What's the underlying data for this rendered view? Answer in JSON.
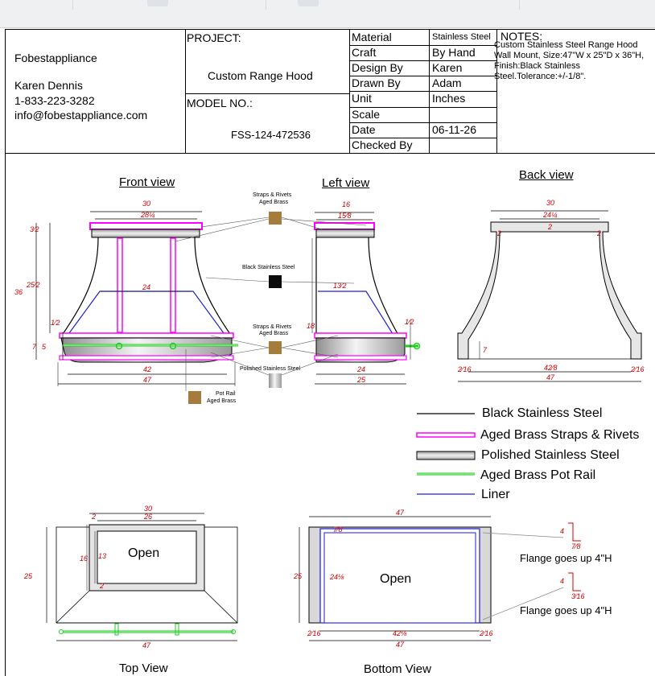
{
  "company": {
    "name": "Fobestappliance",
    "contact_name": "Karen Dennis",
    "phone": "1-833-223-3282",
    "email": "info@fobestappliance.com"
  },
  "project": {
    "label": "PROJECT:",
    "name": "Custom Range Hood",
    "model_label": "MODEL NO.:",
    "model": "FSS-124-472536"
  },
  "specs": [
    {
      "label": "Material",
      "value": "Stainless Steel"
    },
    {
      "label": "Craft",
      "value": "By Hand"
    },
    {
      "label": "Design By",
      "value": "Karen"
    },
    {
      "label": "Drawn By",
      "value": "Adam"
    },
    {
      "label": "Unit",
      "value": "Inches"
    },
    {
      "label": "Scale",
      "value": ""
    },
    {
      "label": "Date",
      "value": "06-11-26"
    },
    {
      "label": "Checked By",
      "value": ""
    }
  ],
  "notes": {
    "title": "NOTES:",
    "text": "Custom Stainless Steel Range Hood Wall Mount, Size:47\"W x 25\"D x 36\"H, Finish:Black Stainless Steel.Tolerance:+/-1/8\"."
  },
  "views": {
    "front": "Front view",
    "left": "Left view",
    "back": "Back view",
    "top": "Top View",
    "bottom": "Bottom View"
  },
  "callouts": {
    "straps_top": [
      "Straps & Rivets",
      "Aged Brass"
    ],
    "black_ss": "Black Stainless Steel",
    "straps_mid": [
      "Straps & Rivets",
      "Aged Brass"
    ],
    "polished_ss": "Polished Stainless Steel",
    "pot_rail": [
      "Pot Rail",
      "Aged Brass"
    ],
    "open_top": "Open",
    "open_bottom": "Open",
    "flange1": "Flange goes up 4\"H",
    "flange2": "Flange goes up 4\"H"
  },
  "legend": [
    {
      "label": "Black Stainless Steel",
      "swatch": "black-line"
    },
    {
      "label": "Aged Brass Straps & Rivets",
      "swatch": "magenta-strap"
    },
    {
      "label": "Polished Stainless Steel",
      "swatch": "gray-bar"
    },
    {
      "label": "Aged Brass Pot Rail",
      "swatch": "green-rail"
    },
    {
      "label": "Liner",
      "swatch": "blue-line"
    }
  ],
  "dimensions": {
    "front": {
      "w_top": "30",
      "w_top2": "28¼",
      "h_top": "3⁄2",
      "h_total": "36",
      "h_mid": "25⁄2",
      "w_mid": "24",
      "h_band1": "1⁄2",
      "h_band": "7",
      "h_band2": "5",
      "w_bot": "42",
      "w_total": "47"
    },
    "left": {
      "d_top": "16",
      "d_top2": "15⁄8",
      "h_mid": "13⁄2",
      "h_band": "18",
      "h_edge": "1⁄2",
      "d_bot": "24",
      "d_total": "25"
    },
    "back": {
      "w_top": "30",
      "w_top2": "24¼",
      "t_top": "2",
      "t_left": "2",
      "t_right": "2",
      "h_inner": "7",
      "w_bot": "42⁄8",
      "side_l": "2⁄16",
      "side_r": "2⁄16",
      "w_total": "47"
    },
    "top": {
      "w_total": "30",
      "w_inner": "26",
      "t_top": "2",
      "d_inner": "16",
      "d_open": "13",
      "t_bot": "2",
      "d_total": "25",
      "w_bot": "47"
    },
    "bottom": {
      "w_total": "47",
      "t_top": "7⁄8",
      "d_total": "25",
      "d_inner": "24⅛",
      "w_inner": "42⅛",
      "side_l": "2⁄16",
      "side_r": "2⁄16",
      "w_bot": "47",
      "flange_h1": "4",
      "flange_t1": "7⁄8",
      "flange_h2": "4",
      "flange_t2": "3⁄16"
    }
  },
  "colors": {
    "strap": "#ff00ff",
    "liner": "#1f1fd0",
    "rail": "#22cc22",
    "dimension": "#d00000",
    "brass": "#a67c3d",
    "black_swatch": "#0b0b0b"
  }
}
